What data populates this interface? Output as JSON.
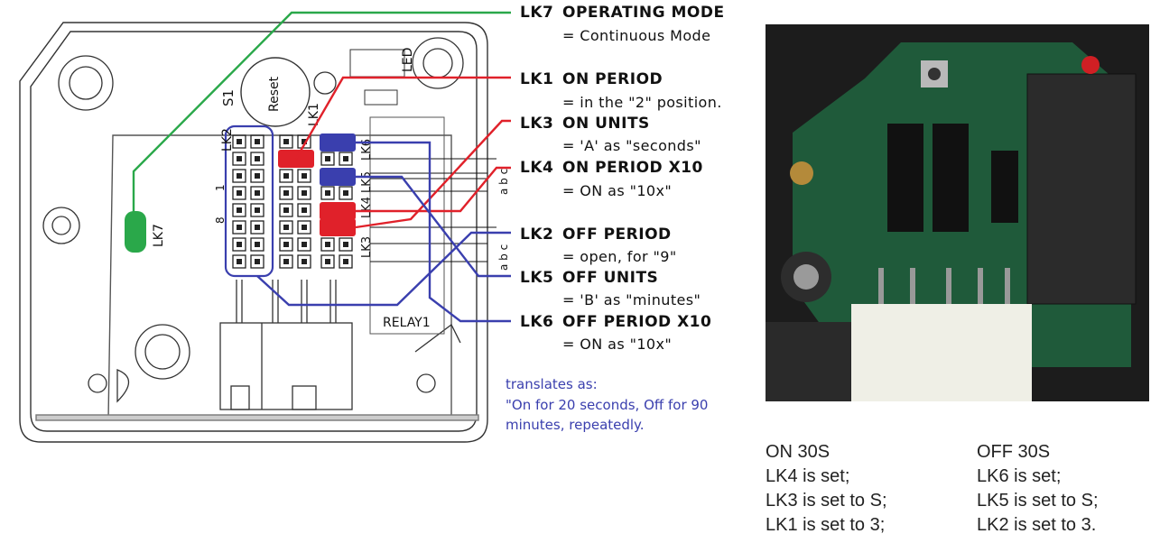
{
  "board": {
    "reset_label": "Reset",
    "s1_label": "S1",
    "led_label": "LED",
    "relay_label": "RELAY1",
    "lk7_label": "LK7",
    "lk2_label": "LK2",
    "lk1_label": "LK1",
    "lk6_label": "LK6",
    "lk5_label": "LK5",
    "lk4_label": "LK4",
    "lk3_label": "LK3",
    "range_top": "1",
    "range_bottom": "8",
    "abc_top": "a b c",
    "abc_bottom": "a b c"
  },
  "callouts": [
    {
      "lk": "LK7",
      "title": "OPERATING MODE",
      "detail": "= Continuous Mode"
    },
    {
      "lk": "LK1",
      "title": "ON PERIOD",
      "detail": "= in the \"2\" position."
    },
    {
      "lk": "LK3",
      "title": "ON UNITS",
      "detail": "= 'A' as \"seconds\""
    },
    {
      "lk": "LK4",
      "title": "ON PERIOD X10",
      "detail": "= ON as \"10x\""
    },
    {
      "lk": "LK2",
      "title": "OFF PERIOD",
      "detail": "= open, for \"9\""
    },
    {
      "lk": "LK5",
      "title": "OFF UNITS",
      "detail": "= 'B' as \"minutes\""
    },
    {
      "lk": "LK6",
      "title": "OFF PERIOD X10",
      "detail": "= ON as \"10x\""
    }
  ],
  "translation": {
    "line1": "translates as:",
    "line2": "\"On for 20 seconds, Off for 90",
    "line3": "minutes, repeatedly."
  },
  "summary": {
    "on": [
      "ON 30S",
      "LK4 is set;",
      "LK3 is set to S;",
      "LK1 is set to 3;"
    ],
    "off": [
      "OFF 30S",
      "LK6 is set;",
      "LK5 is set to S;",
      "LK2 is set to 3."
    ]
  },
  "colors": {
    "red": "#e0212a",
    "blue": "#3a3fae",
    "green": "#2aa84a",
    "board": "#1f5a3a"
  }
}
